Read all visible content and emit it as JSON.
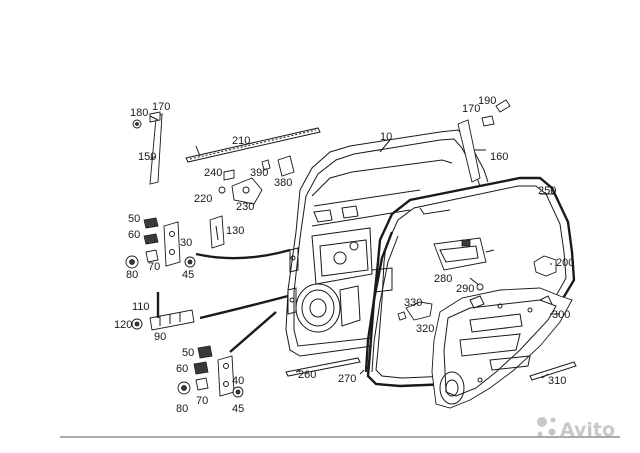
{
  "diagram": {
    "part_numbers": [
      "10",
      "30",
      "40",
      "45",
      "45",
      "50",
      "50",
      "60",
      "60",
      "70",
      "70",
      "80",
      "80",
      "90",
      "110",
      "120",
      "130",
      "150",
      "160",
      "170",
      "170",
      "180",
      "190",
      "200",
      "210",
      "220",
      "230",
      "240",
      "250",
      "260",
      "270",
      "280",
      "290",
      "300",
      "310",
      "320",
      "330",
      "380",
      "390"
    ]
  },
  "watermark": {
    "text": "Avito"
  },
  "colors": {
    "line": "#1a1a1a",
    "background": "#ffffff",
    "watermark": "#c8c8c8"
  }
}
